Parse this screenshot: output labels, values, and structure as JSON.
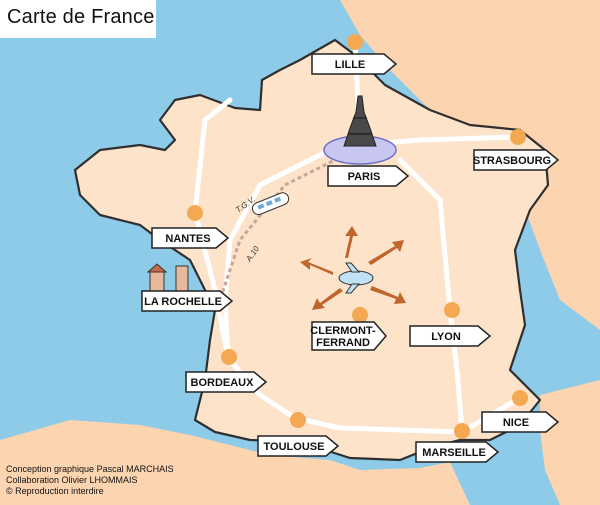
{
  "title": "Carte de France",
  "credits": [
    "Conception graphique Pascal MARCHAIS",
    "Collaboration Olivier LHOMMAIS",
    "© Reproduction interdire"
  ],
  "colors": {
    "sea": "#8dcbe8",
    "land": "#fde3ca",
    "neighbor": "#fcd4b0",
    "road": "#ffffff",
    "city_dot": "#f5a852",
    "arrow": "#c0652c",
    "sign_fill": "#ffffff",
    "sign_stroke": "#222222"
  },
  "cities": [
    {
      "name": "LILLE",
      "icon": "signpost"
    },
    {
      "name": "PARIS",
      "icon": "eiffel-tower"
    },
    {
      "name": "STRASBOURG",
      "icon": "signpost"
    },
    {
      "name": "NANTES",
      "icon": "signpost"
    },
    {
      "name": "LA ROCHELLE",
      "icon": "towers"
    },
    {
      "name": "CLERMONT-FERRAND",
      "line1": "CLERMONT-",
      "line2": "FERRAND",
      "icon": "airplane"
    },
    {
      "name": "LYON",
      "icon": "signpost"
    },
    {
      "name": "BORDEAUX",
      "icon": "signpost"
    },
    {
      "name": "TOULOUSE",
      "icon": "signpost"
    },
    {
      "name": "MARSEILLE",
      "icon": "signpost"
    },
    {
      "name": "NICE",
      "icon": "signpost"
    }
  ],
  "road_labels": {
    "tgv": "T.G.V.",
    "a10": "A.10"
  }
}
